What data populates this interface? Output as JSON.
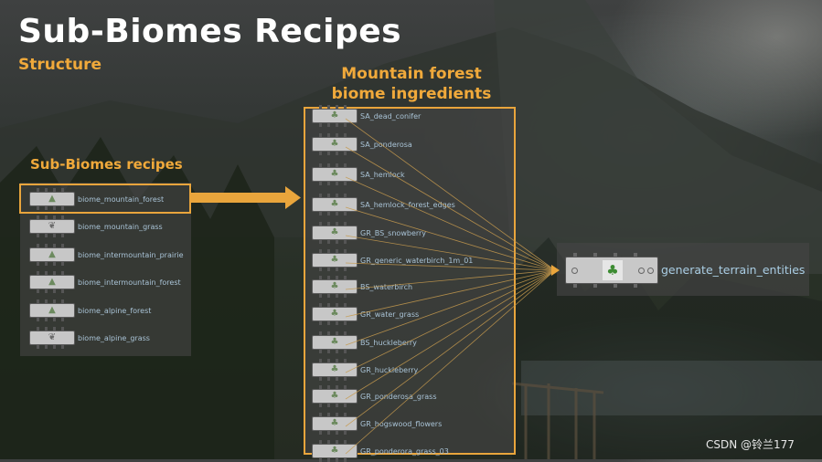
{
  "slide": {
    "title": "Sub-Biomes Recipes",
    "subtitle": "Structure"
  },
  "left_panel": {
    "heading": "Sub-Biomes recipes",
    "items": [
      {
        "label": "biome_mountain_forest",
        "icon": "conifer-icon"
      },
      {
        "label": "biome_mountain_grass",
        "icon": "grass-icon"
      },
      {
        "label": "biome_intermountain_prairie",
        "icon": "conifer-icon"
      },
      {
        "label": "biome_intermountain_forest",
        "icon": "conifer-icon"
      },
      {
        "label": "biome_alpine_forest",
        "icon": "conifer-icon"
      },
      {
        "label": "biome_alpine_grass",
        "icon": "grass-icon"
      }
    ]
  },
  "center_panel": {
    "heading_line1": "Mountain forest",
    "heading_line2": "biome ingredients",
    "items": [
      {
        "label": "SA_dead_conifer"
      },
      {
        "label": "SA_ponderosa"
      },
      {
        "label": "SA_hemlock"
      },
      {
        "label": "SA_hemlock_forest_edges"
      },
      {
        "label": "GR_BS_snowberry"
      },
      {
        "label": "GR_generic_waterbirch_1m_01"
      },
      {
        "label": "BS_waterbirch"
      },
      {
        "label": "GR_water_grass"
      },
      {
        "label": "BS_huckleberry"
      },
      {
        "label": "GR_huckleberry"
      },
      {
        "label": "GR_ponderosa_grass"
      },
      {
        "label": "GR_hogswood_flowers"
      },
      {
        "label": "GR_ponderora_grass_03"
      }
    ]
  },
  "output_node": {
    "label": "generate_terrain_entities",
    "icon": "tree-icon"
  },
  "watermark": "CSDN @铃兰177",
  "colors": {
    "accent": "#e9a53c",
    "node_label": "#a9c3d6",
    "wire": "#e9a53c"
  }
}
